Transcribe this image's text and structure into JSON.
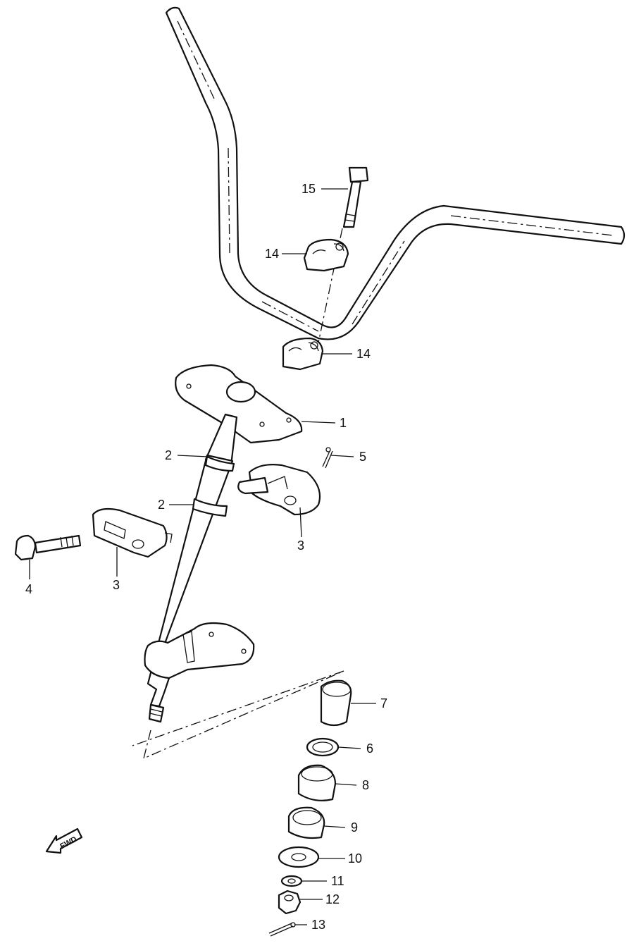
{
  "diagram": {
    "fwd_text": "FWD",
    "callouts": [
      {
        "id": "c15",
        "text": "15"
      },
      {
        "id": "c14a",
        "text": "14"
      },
      {
        "id": "c14b",
        "text": "14"
      },
      {
        "id": "c1",
        "text": "1"
      },
      {
        "id": "c2a",
        "text": "2"
      },
      {
        "id": "c5",
        "text": "5"
      },
      {
        "id": "c2b",
        "text": "2"
      },
      {
        "id": "c3a",
        "text": "3"
      },
      {
        "id": "c4",
        "text": "4"
      },
      {
        "id": "c3b",
        "text": "3"
      },
      {
        "id": "c7",
        "text": "7"
      },
      {
        "id": "c6",
        "text": "6"
      },
      {
        "id": "c8",
        "text": "8"
      },
      {
        "id": "c9",
        "text": "9"
      },
      {
        "id": "c10",
        "text": "10"
      },
      {
        "id": "c11",
        "text": "11"
      },
      {
        "id": "c12",
        "text": "12"
      },
      {
        "id": "c13",
        "text": "13"
      }
    ]
  }
}
